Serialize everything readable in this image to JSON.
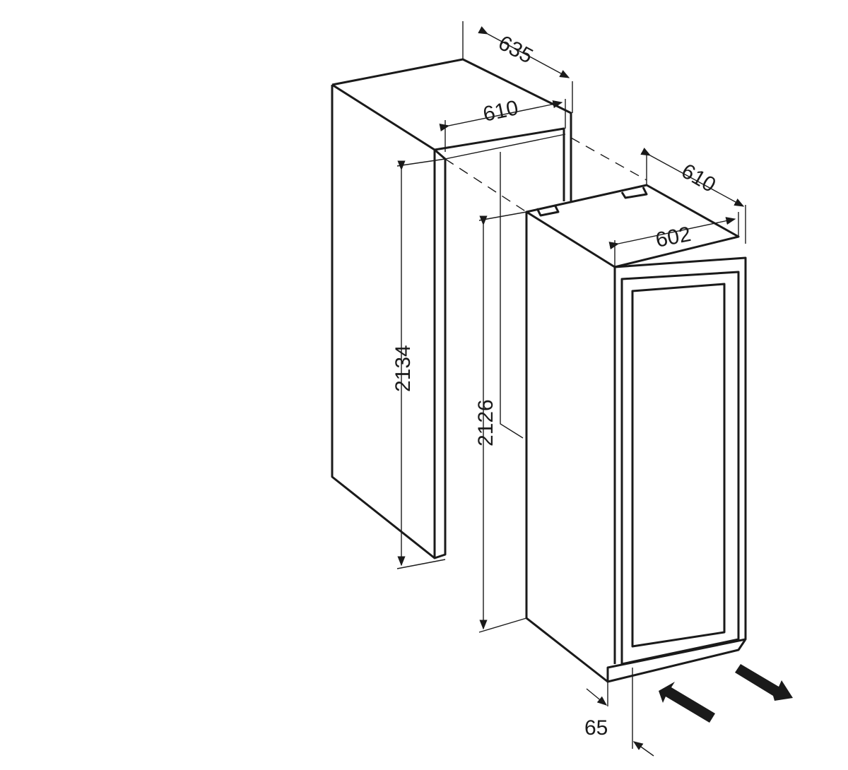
{
  "title": "Built-in niche and appliance installation dimensions (mm)",
  "dimensions": {
    "niche_depth_outer": "635",
    "niche_depth_inner": "610",
    "niche_height": "2134",
    "appliance_height": "2126",
    "appliance_depth": "610",
    "appliance_width": "602",
    "door_offset": "65"
  },
  "colors": {
    "line": "#1a1a1a",
    "background": "#ffffff"
  }
}
